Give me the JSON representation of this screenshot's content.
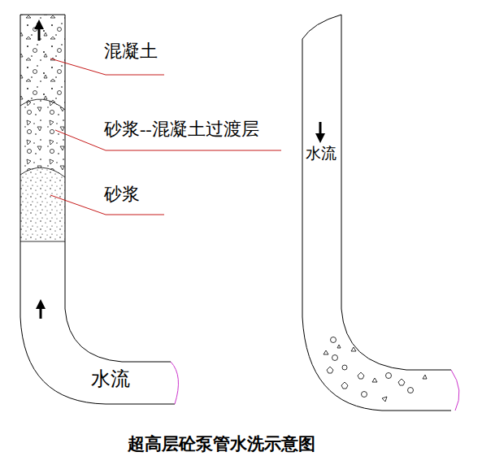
{
  "diagram": {
    "caption": "超高层砼泵管水洗示意图",
    "labels": [
      "混凝土",
      "砂浆--混凝土过渡层",
      "砂浆",
      "水流",
      "水流"
    ]
  }
}
